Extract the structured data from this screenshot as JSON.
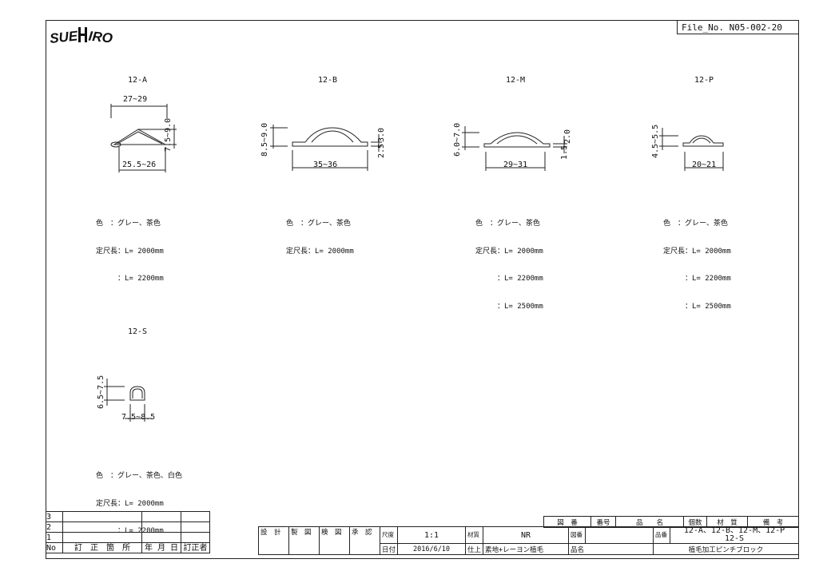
{
  "logo_text": "SUEHIRO",
  "file_no": "File_No. N05-002-20",
  "parts": [
    {
      "id": "12-A",
      "dims": {
        "width": "27~29",
        "base": "25.5~26",
        "height": "7.5~9.0"
      },
      "spec_lines": [
        "色　：グレー、茶色",
        "定尺長：L= 2000mm",
        "　　　：L= 2200mm"
      ]
    },
    {
      "id": "12-B",
      "dims": {
        "height_left": "8.5~9.0",
        "height_right_a": "2.5",
        "height_right_b": "3.0",
        "base": "35~36"
      },
      "spec_lines": [
        "色　：グレー、茶色",
        "定尺長：L= 2000mm"
      ]
    },
    {
      "id": "12-M",
      "dims": {
        "height_left": "6.0~7.0",
        "height_right_a": "1.5",
        "height_right_b": "2.0",
        "base": "29~31"
      },
      "spec_lines": [
        "色　：グレー、茶色",
        "定尺長：L= 2000mm",
        "　　　：L= 2200mm",
        "　　　：L= 2500mm"
      ]
    },
    {
      "id": "12-P",
      "dims": {
        "height_left": "4.5~5.5",
        "base": "20~21"
      },
      "spec_lines": [
        "色　：グレー、茶色",
        "定尺長：L= 2000mm",
        "　　　：L= 2200mm",
        "　　　：L= 2500mm"
      ]
    },
    {
      "id": "12-S",
      "dims": {
        "height_left": "6.5~7.5",
        "base": "7.5~8.5"
      },
      "spec_lines": [
        "色　：グレー、茶色、白色",
        "定尺長：L= 2000mm",
        "　　　：L= 2200mm"
      ]
    }
  ],
  "revision_block": {
    "row_numbers": [
      "3",
      "2",
      "1"
    ],
    "headers": [
      "No",
      "訂　正　箇　所",
      "年 月 日",
      "訂正者"
    ]
  },
  "title_block": {
    "approvals": [
      "設　計",
      "製　図",
      "検　図",
      "承　認"
    ],
    "scale_label": "尺度",
    "scale_value": "1:1",
    "date_label": "日付",
    "date_value": "2016/6/10",
    "material_label": "材質",
    "material_value": "NR",
    "finish_label": "仕上",
    "finish_value": "素地+レーヨン植毛",
    "drawing_no_label": "図番",
    "drawing_no_value": "",
    "part_no_label": "品番",
    "part_no_value_1": "12-A、12-B、12-M、12-P",
    "part_no_value_2": "12-S",
    "name_label": "品名",
    "name_value": "植毛加工ピンチブロック",
    "parts_list_headers": [
      "図　番",
      "番号",
      "品　　名",
      "個数",
      "材　質",
      "備　考"
    ]
  }
}
